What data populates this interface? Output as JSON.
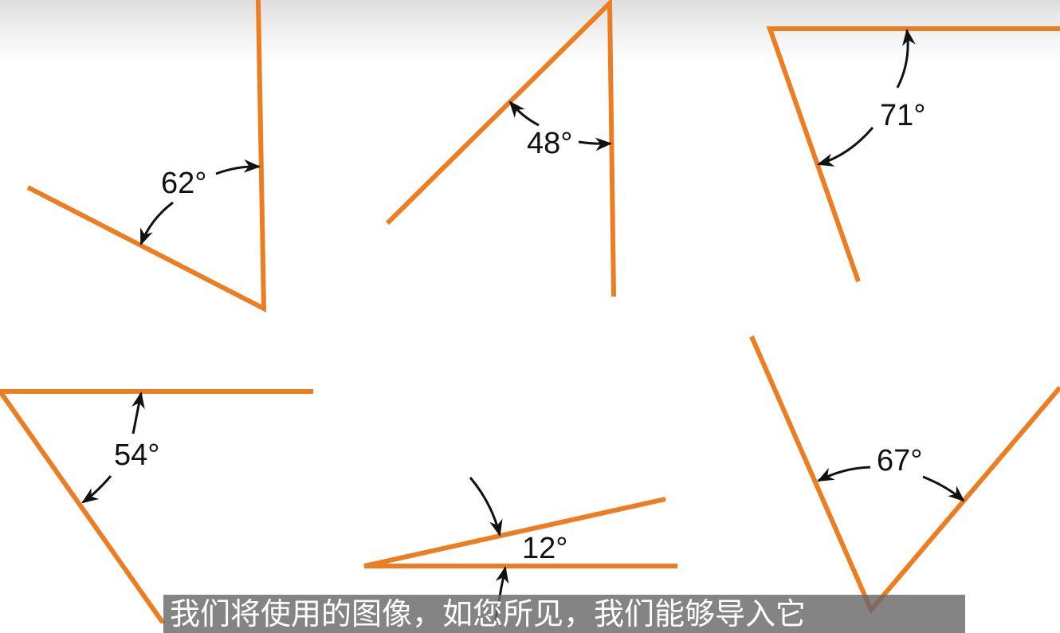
{
  "angles": [
    {
      "id": "a62",
      "label": "62°",
      "degrees": 62
    },
    {
      "id": "a48",
      "label": "48°",
      "degrees": 48
    },
    {
      "id": "a71",
      "label": "71°",
      "degrees": 71
    },
    {
      "id": "a54",
      "label": "54°",
      "degrees": 54
    },
    {
      "id": "a12",
      "label": "12°",
      "degrees": 12
    },
    {
      "id": "a67",
      "label": "67°",
      "degrees": 67
    }
  ],
  "colors": {
    "ray": "#ec7d21",
    "arrow": "#111111",
    "subtitle_bg": "#696969"
  },
  "subtitle": {
    "text": "我们将使用的图像，如您所见，我们能够导入它"
  }
}
